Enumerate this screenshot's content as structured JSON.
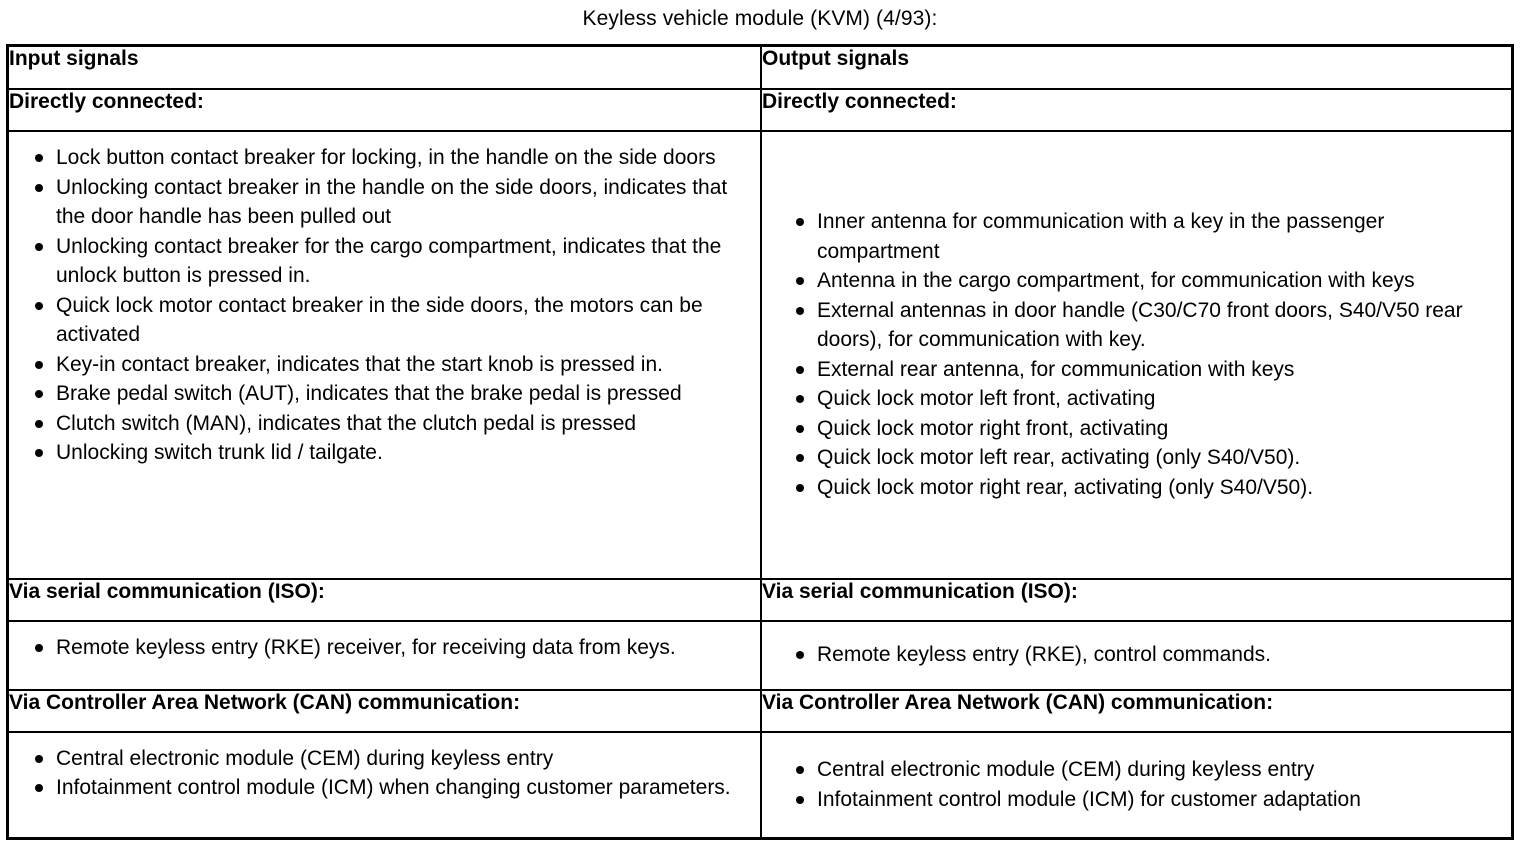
{
  "title": "Keyless vehicle module (KVM) (4/93):",
  "table": {
    "columns": [
      {
        "header": "Input signals"
      },
      {
        "header": "Output signals"
      }
    ],
    "sections": [
      {
        "left_subheader": "Directly connected:",
        "right_subheader": "Directly connected:",
        "left_items": [
          "Lock button contact breaker for locking, in the handle on the side doors",
          "Unlocking contact breaker in the handle on the side doors, indicates that the door handle has been pulled out",
          "Unlocking contact breaker for the cargo compartment, indicates that the unlock button is pressed in.",
          "Quick lock motor contact breaker in the side doors, the motors can be activated",
          "Key-in contact breaker, indicates that the start knob is pressed in.",
          "Brake pedal switch (AUT), indicates that the brake pedal is pressed",
          "Clutch switch (MAN), indicates that the clutch pedal is pressed",
          "Unlocking switch trunk lid / tailgate."
        ],
        "right_items": [
          "Inner antenna for communication with a key in the passenger compartment",
          "Antenna in the cargo compartment, for communication with keys",
          "External antennas in door handle (C30/C70 front doors, S40/V50 rear doors), for communication with key.",
          "External rear antenna, for communication with keys",
          "Quick lock motor left front, activating",
          "Quick lock motor right front, activating",
          "Quick lock motor left rear, activating (only S40/V50).",
          "Quick lock motor right rear, activating (only S40/V50)."
        ]
      },
      {
        "left_subheader": "Via serial communication (ISO):",
        "right_subheader": "Via serial communication (ISO):",
        "left_items": [
          "Remote keyless entry (RKE) receiver, for receiving data from keys."
        ],
        "right_items": [
          "Remote keyless entry (RKE), control commands."
        ]
      },
      {
        "left_subheader": "Via Controller Area Network (CAN) communication:",
        "right_subheader": "Via Controller Area Network (CAN) communication:",
        "left_items": [
          "Central electronic module (CEM) during keyless entry",
          "Infotainment control module (ICM) when changing customer parameters."
        ],
        "right_items": [
          "Central electronic module (CEM) during keyless entry",
          "Infotainment control module (ICM) for customer adaptation"
        ]
      }
    ]
  },
  "colors": {
    "background": "#ffffff",
    "text": "#000000",
    "border": "#000000"
  }
}
